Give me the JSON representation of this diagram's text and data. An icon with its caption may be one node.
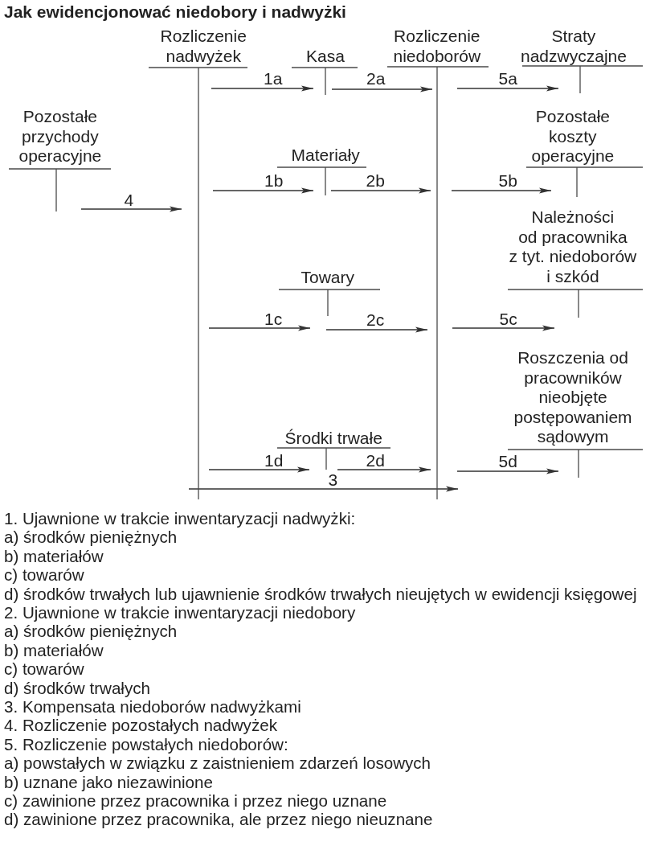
{
  "diagram": {
    "title": "Jak ewidencjonować niedobory i nadwyżki",
    "nodes": [
      {
        "text": [
          "Rozliczenie nadwyżek"
        ]
      },
      {
        "text": [
          "Kasa"
        ]
      },
      {
        "text": [
          "Rozliczenie niedoborów"
        ]
      },
      {
        "text": [
          "Straty nadzwyczajne"
        ]
      },
      {
        "text": [
          "Pozostałe przychody operacyjne"
        ]
      },
      {
        "text": [
          "Materiały"
        ]
      },
      {
        "text": [
          "Pozostałe koszty operacyjne"
        ]
      },
      {
        "text": [
          "Należności od pracownika z tyt. niedoborów i szkód"
        ]
      },
      {
        "text": [
          "Towary"
        ]
      },
      {
        "text": [
          "Roszczenia od pracowników nieobjęte postępowaniem sądowym"
        ]
      },
      {
        "text": [
          "Środki trwałe"
        ]
      }
    ],
    "edges": [
      {
        "from": 0,
        "to": 1,
        "arrow": "to",
        "label": "1a"
      },
      {
        "from": 1,
        "to": 2,
        "arrow": "to",
        "label": "2a"
      },
      {
        "from": 2,
        "to": 3,
        "arrow": "to",
        "label": "5a"
      },
      {
        "from": 0,
        "to": 5,
        "arrow": "to",
        "label": "1b"
      },
      {
        "from": 5,
        "to": 2,
        "arrow": "to",
        "label": "2b"
      },
      {
        "from": 2,
        "to": 6,
        "arrow": "to",
        "label": "5b"
      },
      {
        "from": 4,
        "to": 0,
        "arrow": "to",
        "label": "4"
      },
      {
        "from": 0,
        "to": 8,
        "arrow": "to",
        "label": "1c"
      },
      {
        "from": 8,
        "to": 2,
        "arrow": "to",
        "label": "2c"
      },
      {
        "from": 2,
        "to": 7,
        "arrow": "to",
        "label": "5c"
      },
      {
        "from": 0,
        "to": 10,
        "arrow": "to",
        "label": "1d"
      },
      {
        "from": 10,
        "to": 2,
        "arrow": "to",
        "label": "2d"
      },
      {
        "from": 2,
        "to": 9,
        "arrow": "to",
        "label": "5d"
      },
      {
        "from": 0,
        "to": 2,
        "arrow": "to",
        "label": "3"
      }
    ],
    "labels": [
      "1. Ujawnione w trakcie inwentaryzacji nadwyżki:",
      "a) środków pieniężnych",
      "b) materiałów",
      "c) towarów",
      "d) środków trwałych lub ujawnienie środków trwałych nieujętych w ewidencji księgowej",
      "2. Ujawnione w trakcie inwentaryzacji niedobory",
      "a) środków pieniężnych",
      "b) materiałów",
      "c) towarów",
      "d) środków trwałych",
      "3. Kompensata niedoborów nadwyżkami",
      "4. Rozliczenie pozostałych nadwyżek",
      "5. Rozliczenie powstałych niedoborów:",
      "a) powstałych w związku z zaistnieniem zdarzeń losowych",
      "b) uznane jako niezawinione",
      "c) zawinione przez pracownika i przez niego uznane",
      "d) zawinione przez pracownika, ale przez niego nieuznane"
    ]
  }
}
